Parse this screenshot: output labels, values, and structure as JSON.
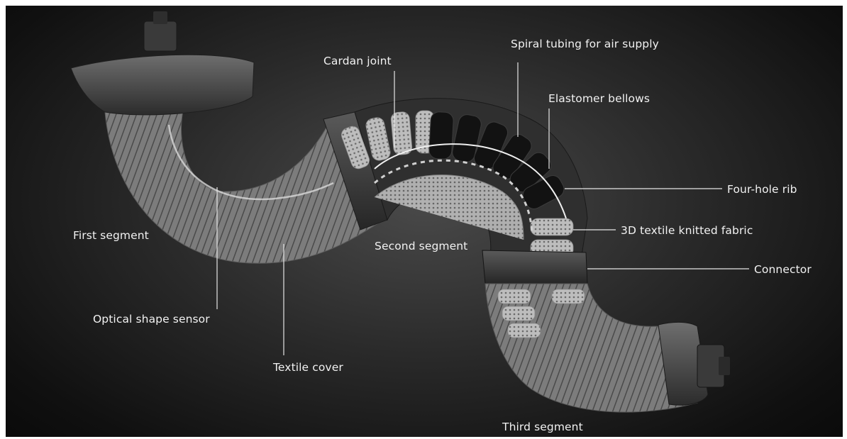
{
  "labels": {
    "spiral_tubing": "Spiral tubing for air supply",
    "cardan_joint": "Cardan joint",
    "elastomer_bellows": "Elastomer bellows",
    "four_hole_rib": "Four-hole rib",
    "first_segment": "First segment",
    "textile_fabric": "3D textile knitted fabric",
    "second_segment": "Second segment",
    "connector": "Connector",
    "optical_sensor": "Optical shape sensor",
    "textile_cover": "Textile cover",
    "third_segment": "Third segment"
  },
  "colors": {
    "background_center": "#4a4a4a",
    "background_edge": "#0a0a0a",
    "label_text": "#f2f2f2",
    "leader_line": "#e6e6e6"
  }
}
